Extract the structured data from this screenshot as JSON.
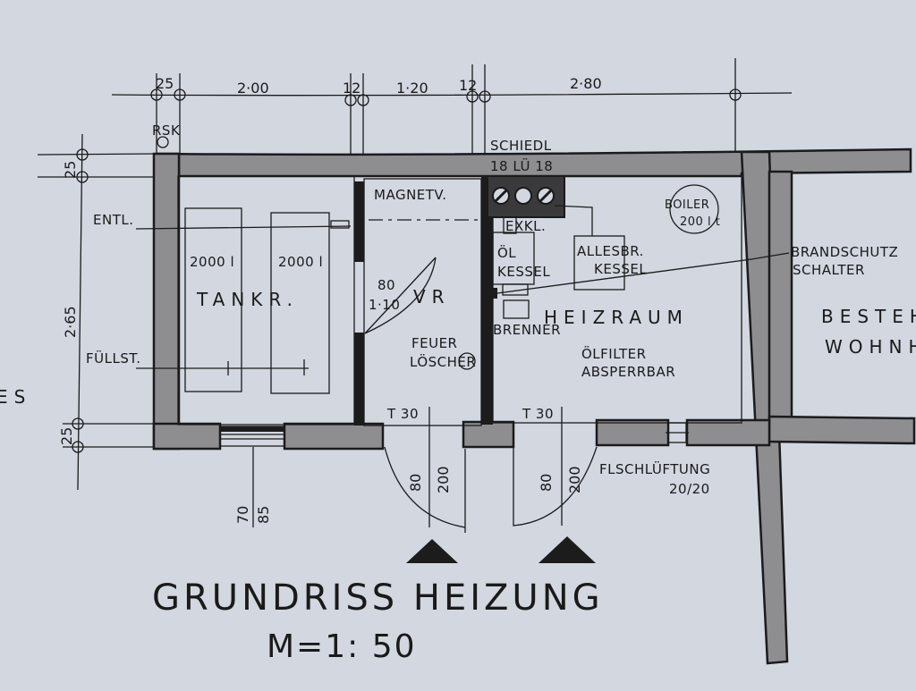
{
  "title": "GRUNDRISS HEIZUNG",
  "scale": "M=1: 50",
  "dimensions": {
    "top": [
      "25",
      "2·00",
      "12",
      "1·20",
      "12",
      "2·80"
    ],
    "left": [
      "25",
      "2·65",
      "25"
    ],
    "bottom_window": [
      "70",
      "85"
    ],
    "door_left": [
      "80",
      "200"
    ],
    "door_right": [
      "80",
      "200"
    ]
  },
  "rooms": {
    "tank": "TANKR.",
    "vr": "VR",
    "heizraum": "HEIZRAUM",
    "adjacent_line1": "BESTEH",
    "adjacent_line2": "WOHNH"
  },
  "labels": {
    "rsk": "RSK",
    "schiedl": "SCHIEDL",
    "schiedl_sizes": "18 LÜ 18",
    "magnetv": "MAGNETV.",
    "entl": "ENTL.",
    "fuellst": "FÜLLST.",
    "tank1": "2000 l",
    "tank2": "2000 l",
    "door_vr": "80",
    "door_vr2": "1·10",
    "feuer1": "FEUER",
    "feuer2": "LÖSCHER",
    "exkl": "EXKL.",
    "oel1": "ÖL",
    "oel2": "KESSEL",
    "alles1": "ALLESBR.",
    "alles2": "KESSEL",
    "boiler1": "BOILER",
    "boiler2": "200 l t",
    "brenner": "BRENNER",
    "oelfilter": "ÖLFILTER",
    "absperrbar": "ABSPERRBAR",
    "brandschutz1": "BRANDSCHUTZ",
    "brandschutz2": "SCHALTER",
    "t30_left": "T 30",
    "t30_right": "T 30",
    "flschlueftung": "FLSCHLÜFTUNG",
    "flschlueftung_size": "20/20",
    "edge_es": "ES"
  },
  "colors": {
    "paper": "#d2d7e0",
    "wall_fill": "#8e8e91",
    "ink": "#1b1b1b"
  }
}
